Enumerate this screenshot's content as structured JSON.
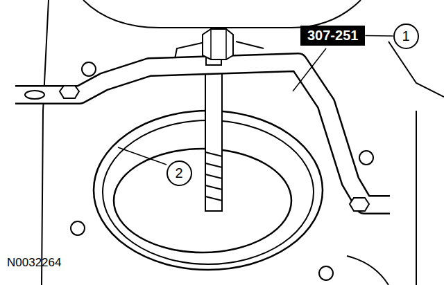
{
  "diagram": {
    "nodes": [
      {
        "text": [
          "307-251"
        ]
      },
      {
        "text": [
          "1"
        ]
      },
      {
        "text": [
          "2"
        ]
      }
    ],
    "edges": [
      {
        "from": 0,
        "to": 1,
        "arrow": "none"
      }
    ],
    "labels": [
      "N0032264"
    ]
  }
}
